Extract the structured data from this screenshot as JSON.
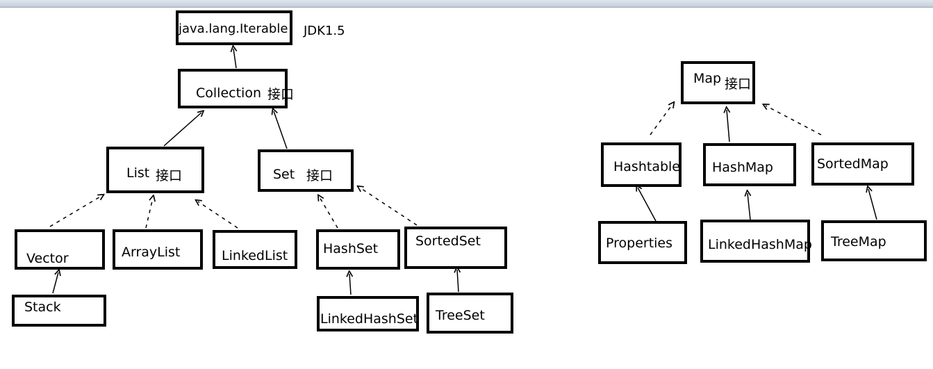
{
  "nodes": {
    "iterable": "java.lang.Iterable",
    "collection": "Collection",
    "list": "List",
    "set": "Set",
    "vector": "Vector",
    "arraylist": "ArrayList",
    "linkedlist": "LinkedList",
    "stack": "Stack",
    "hashset": "HashSet",
    "sortedset": "SortedSet",
    "linkedhashset": "LinkedHashSet",
    "treeset": "TreeSet",
    "map": "Map",
    "hashtable": "Hashtable",
    "hashmap": "HashMap",
    "sortedmap": "SortedMap",
    "properties": "Properties",
    "linkedhashmap": "LinkedHashMap",
    "treemap": "TreeMap"
  },
  "annotations": {
    "interface_tag": "接口",
    "jdk_version": "JDK1.5"
  },
  "colors": {
    "line": "#000000",
    "background": "#ffffff"
  }
}
